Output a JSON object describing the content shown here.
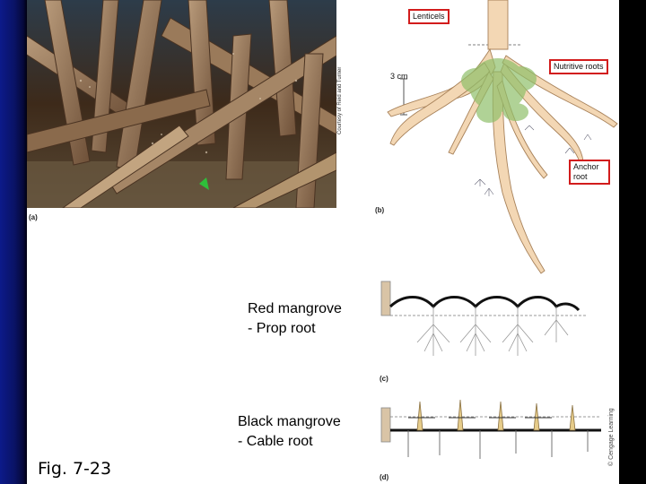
{
  "figure": {
    "title": "Fig. 7-23",
    "panel_a": "(a)",
    "panel_b": "(b)",
    "panel_c": "(c)",
    "panel_d": "(d)",
    "photo_credit": "Courtesy of Reid and Turner",
    "copyright": "© Cengage Learning"
  },
  "diagram_b": {
    "callouts": {
      "lenticels": "Lenticels",
      "nutritive_roots": "Nutritive roots",
      "anchor_root_line1": "Anchor",
      "anchor_root_line2": "root"
    },
    "scale_label": "3 cm",
    "callout_border_color": "#d21c1c"
  },
  "captions": {
    "red_mangrove": "Red mangrove\n- Prop root",
    "black_mangrove": "Black mangrove\n- Cable root"
  },
  "colors": {
    "slide_blue": "#0a1366",
    "root_fill": "#f3d7b4",
    "root_stroke": "#a8825a",
    "nutritive_green": "#8fbf6a"
  }
}
